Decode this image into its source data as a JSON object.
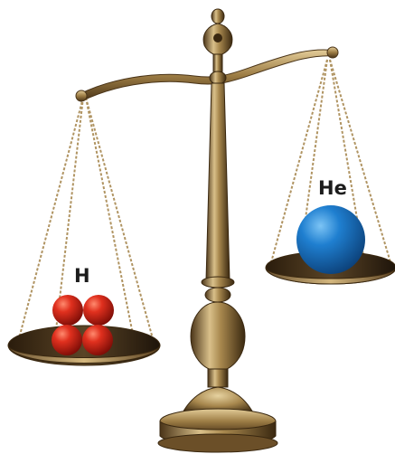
{
  "labels": {
    "left_pan": "H",
    "right_pan": "He"
  },
  "colors": {
    "brass_light": "#d9c08a",
    "brass_mid": "#a8884e",
    "brass_dark": "#5c4320",
    "hydrogen_sphere": "#d8261c",
    "helium_sphere": "#1f7fd0",
    "background": "#ffffff"
  },
  "scene": {
    "left_pan_sphere_count": 4,
    "right_pan_sphere_count": 1
  }
}
